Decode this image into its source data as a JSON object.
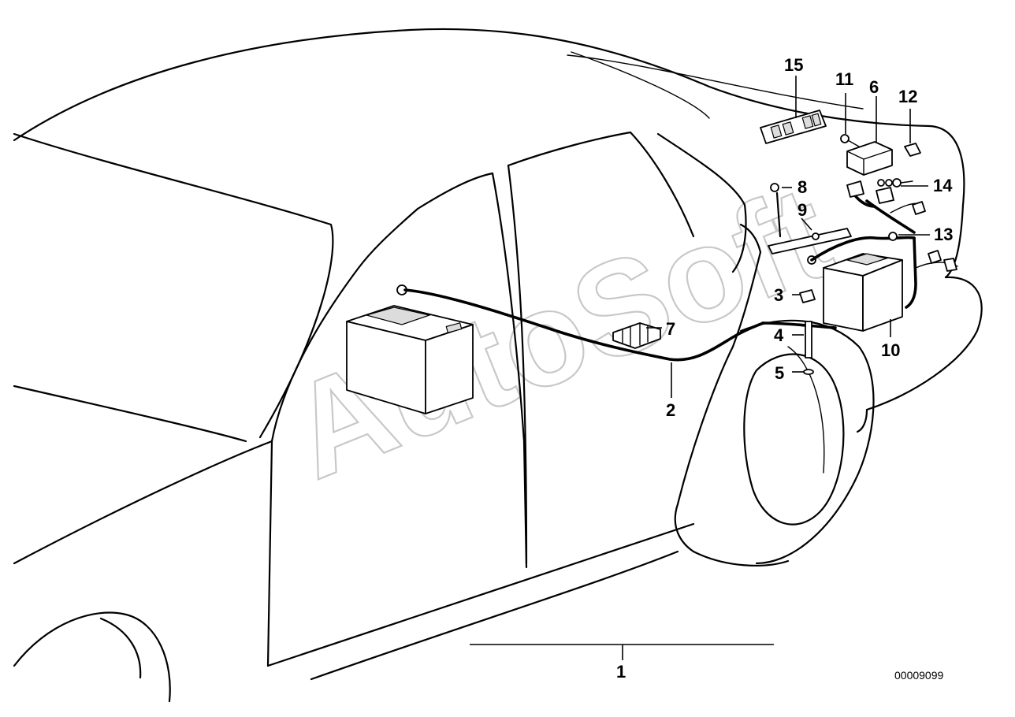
{
  "watermark": "AutoSoft",
  "reference_number": "00009099",
  "callouts": [
    {
      "id": "1",
      "label": "1"
    },
    {
      "id": "2",
      "label": "2"
    },
    {
      "id": "3",
      "label": "3"
    },
    {
      "id": "4",
      "label": "4"
    },
    {
      "id": "5",
      "label": "5"
    },
    {
      "id": "6",
      "label": "6"
    },
    {
      "id": "7",
      "label": "7"
    },
    {
      "id": "8",
      "label": "8"
    },
    {
      "id": "9",
      "label": "9"
    },
    {
      "id": "10",
      "label": "10"
    },
    {
      "id": "11",
      "label": "11"
    },
    {
      "id": "12",
      "label": "12"
    },
    {
      "id": "13",
      "label": "13"
    },
    {
      "id": "14",
      "label": "14"
    },
    {
      "id": "15",
      "label": "15"
    }
  ]
}
